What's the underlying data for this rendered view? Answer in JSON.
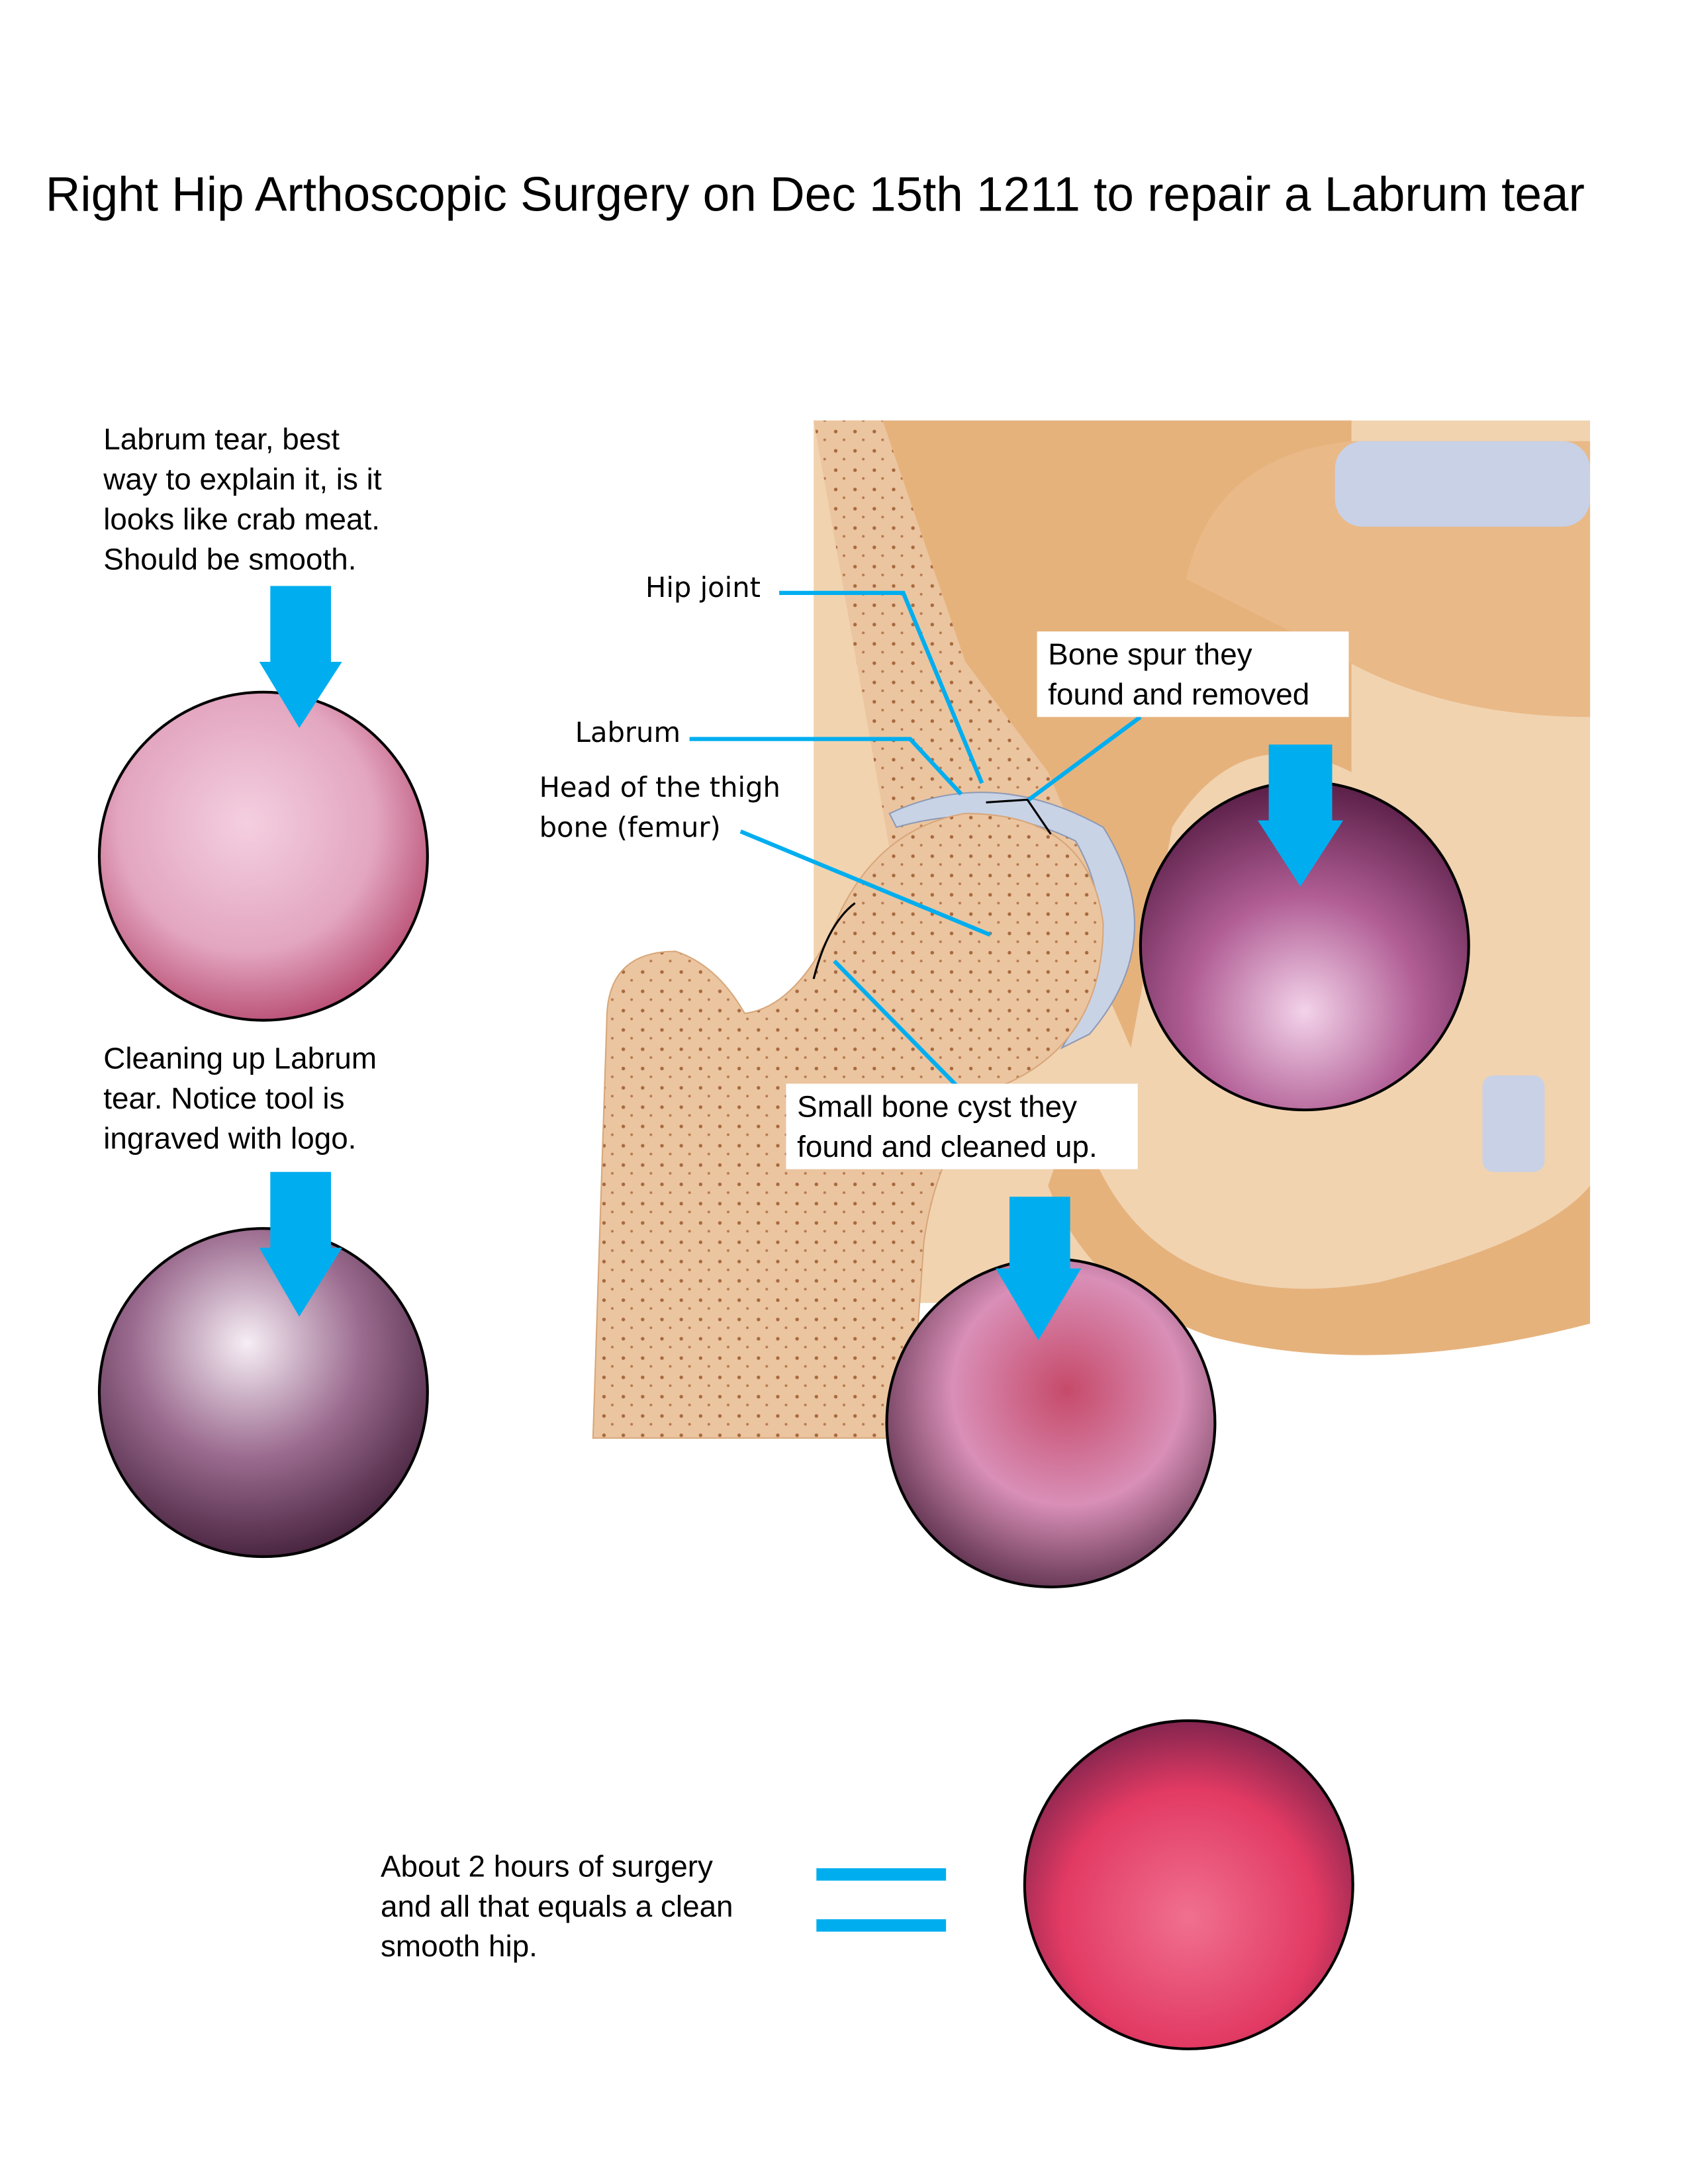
{
  "title": "Right Hip Arthoscopic Surgery on Dec 15th 1211 to repair a Labrum tear",
  "notes": {
    "labrum_tear": "Labrum tear, best\nway to explain it, is it\nlooks like crab meat.\nShould be smooth.",
    "cleaning": "Cleaning up Labrum\ntear. Notice tool is\ningraved with logo.",
    "summary": "About 2 hours of surgery\nand all that equals a clean\nsmooth hip."
  },
  "anatomy_labels": {
    "hip_joint": "Hip joint",
    "labrum": "Labrum",
    "femur_head": "Head of the thigh\nbone (femur)"
  },
  "callouts": {
    "bone_spur": "Bone spur they\nfound and removed",
    "bone_cyst": "Small bone cyst they\nfound and cleaned up."
  },
  "colors": {
    "accent": "#00aeef",
    "bone": "#e8b98a",
    "cartilage": "#c9d3e6"
  }
}
